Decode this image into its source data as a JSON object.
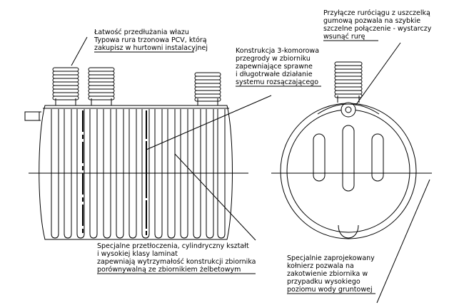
{
  "annotations": {
    "neck_extension": {
      "lines": [
        "Łatwość przedłużania włazu",
        "Typowa rura trzonowa PCV, którą",
        "zakupisz w hurtowni instalacyjnej"
      ]
    },
    "pipe_connection": {
      "lines": [
        "Przyłącze ruróciągu z uszczelką",
        "gumową pozwala na szybkie",
        "szczelne połączenie - wystarczy",
        "wsunąć rurę"
      ]
    },
    "three_chamber": {
      "lines": [
        "Konstrukcja 3-komorowa",
        "przegrody w zbiorniku",
        "zapewniające sprawne",
        "i długotrwałe działanie",
        "systemu rozsączającego"
      ]
    },
    "special_shape": {
      "lines": [
        "Specjalne przetłoczenia, cylindryczny kształt",
        "i wysokiej klasy laminat",
        "zapewniają wytrzymałość konstrukcji zbiornika",
        "porównywalną ze zbiornikiem żelbetowym"
      ]
    },
    "flange": {
      "lines": [
        "Specjalnie zaprojekowany",
        "kołnierz pozwala na",
        "zakotwienie zbiornika w",
        "przypadku wysokiego",
        "poziomu wody gruntowej"
      ]
    }
  }
}
